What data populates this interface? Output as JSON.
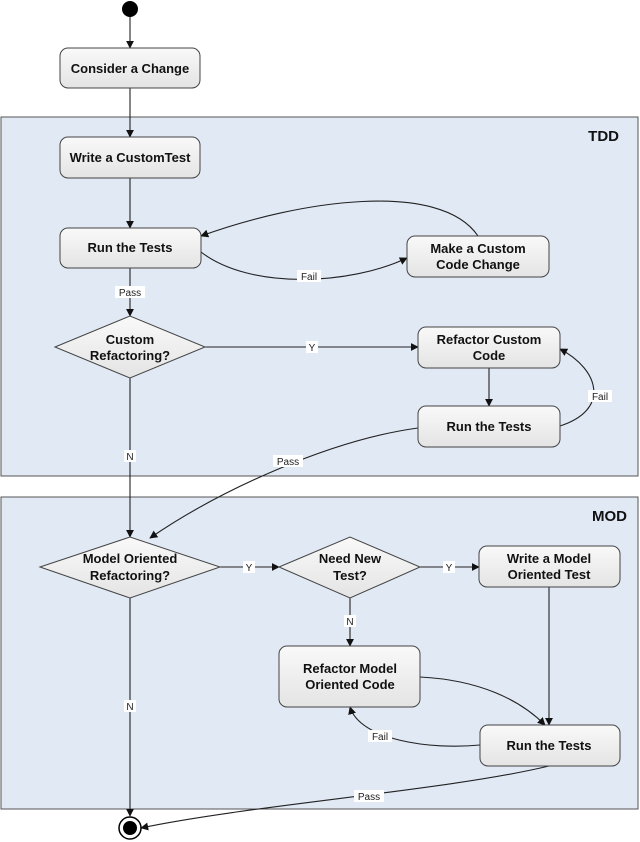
{
  "lanes": {
    "tdd": "TDD",
    "mod": "MOD"
  },
  "nodes": {
    "consider_change": "Consider a Change",
    "write_custom_test": "Write a CustomTest",
    "run_tests_1": "Run the Tests",
    "make_custom_change": [
      "Make a Custom",
      "Code Change"
    ],
    "custom_refactoring": [
      "Custom",
      "Refactoring?"
    ],
    "refactor_custom_code": [
      "Refactor Custom",
      "Code"
    ],
    "run_tests_2": "Run the Tests",
    "model_oriented_refactoring": [
      "Model Oriented",
      "Refactoring?"
    ],
    "need_new_test": [
      "Need New",
      "Test?"
    ],
    "write_model_test": [
      "Write a Model",
      "Oriented Test"
    ],
    "refactor_model_code": [
      "Refactor Model",
      "Oriented Code"
    ],
    "run_tests_3": "Run the Tests"
  },
  "edge_labels": {
    "fail_1": "Fail",
    "pass_1": "Pass",
    "yes_custom": "Y",
    "fail_2": "Fail",
    "no_custom": "N",
    "pass_2": "Pass",
    "yes_model": "Y",
    "yes_test": "Y",
    "no_test": "N",
    "no_model": "N",
    "fail_3": "Fail",
    "pass_3": "Pass"
  }
}
